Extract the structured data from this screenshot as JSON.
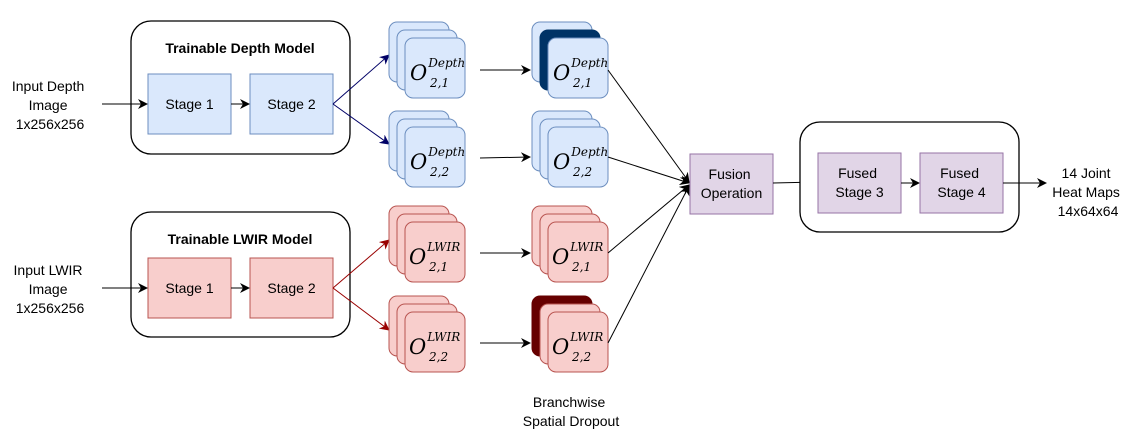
{
  "colors": {
    "depth_fill": "#dae8fc",
    "depth_stroke": "#6c8ebf",
    "depth_dark": "#003366",
    "lwir_fill": "#f8cecc",
    "lwir_stroke": "#b85450",
    "lwir_dark": "#660000",
    "fused_fill": "#e1d5e7",
    "fused_stroke": "#9673a6",
    "depth_arrow": "#000066",
    "lwir_arrow": "#990000"
  },
  "inputs": {
    "depth": [
      "Input Depth",
      "Image",
      "1x256x256"
    ],
    "lwir": [
      "Input LWIR",
      "Image",
      "1x256x256"
    ]
  },
  "models": {
    "depth_title": "Trainable Depth Model",
    "lwir_title": "Trainable LWIR Model",
    "stage1": "Stage 1",
    "stage2": "Stage 2"
  },
  "maps": {
    "O": "O",
    "depth_sup": "Depth",
    "lwir_sup": "LWIR",
    "sub_1": "2,1",
    "sub_2": "2,2"
  },
  "dropout_label": [
    "Branchwise",
    "Spatial Dropout"
  ],
  "fusion": [
    "Fusion",
    "Operation"
  ],
  "fused_stage3": [
    "Fused",
    "Stage 3"
  ],
  "fused_stage4": [
    "Fused",
    "Stage 4"
  ],
  "output": [
    "14 Joint",
    "Heat Maps",
    "14x64x64"
  ]
}
